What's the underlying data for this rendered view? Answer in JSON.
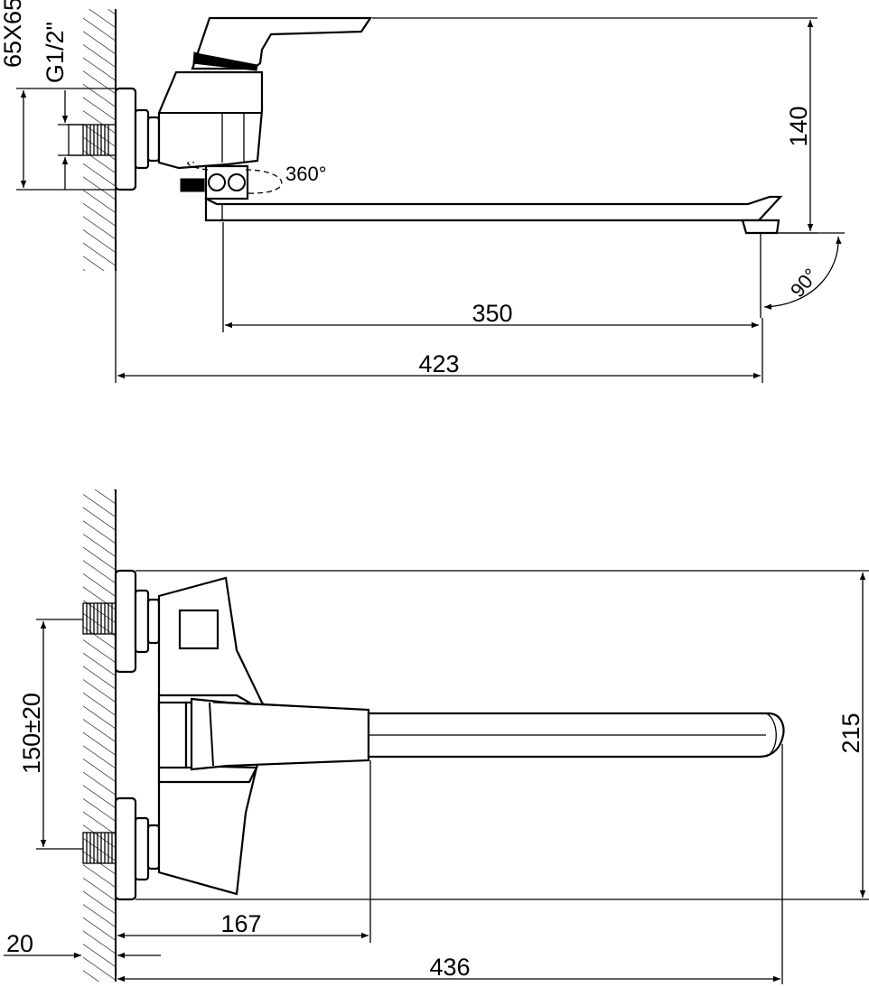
{
  "drawing": {
    "top_view": {
      "flange_size": "65X65",
      "thread": "G1/2\"",
      "height_dim": "140",
      "swivel_angle": "360°",
      "spout_reach_dim": "350",
      "total_reach_dim": "423",
      "aerator_angle": "90°"
    },
    "front_view": {
      "center_spacing_dim": "150±20",
      "height_dim": "215",
      "handle_depth_dim": "167",
      "wall_offset_dim": "20",
      "total_depth_dim": "436"
    }
  }
}
